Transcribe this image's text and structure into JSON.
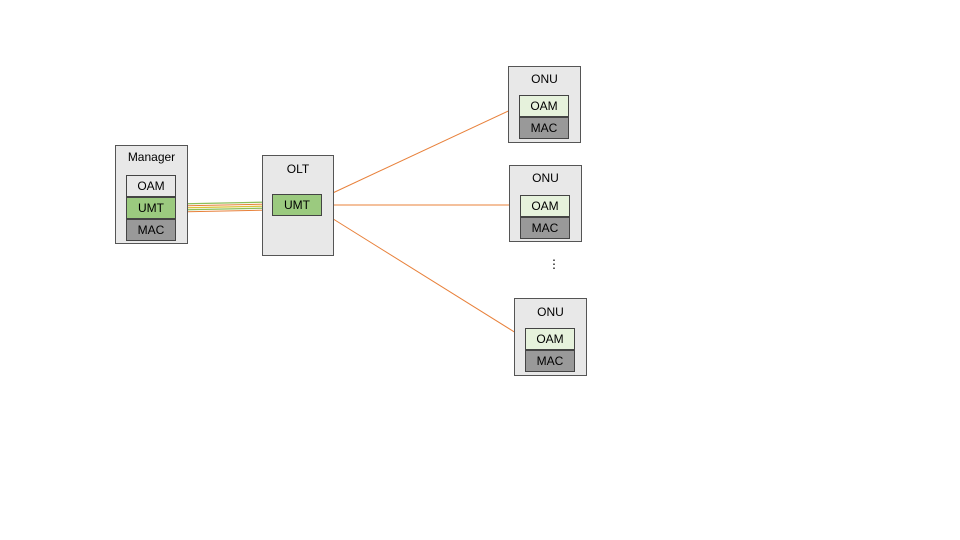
{
  "diagram": {
    "manager": {
      "title": "Manager",
      "layers": [
        "OAM",
        "UMT",
        "MAC"
      ]
    },
    "olt": {
      "title": "OLT",
      "layers": [
        "UMT"
      ]
    },
    "onus": [
      {
        "title": "ONU",
        "layers": [
          "OAM",
          "MAC"
        ]
      },
      {
        "title": "ONU",
        "layers": [
          "OAM",
          "MAC"
        ]
      },
      {
        "title": "ONU",
        "layers": [
          "OAM",
          "MAC"
        ]
      }
    ],
    "ellipsis": "⋮",
    "colors": {
      "node_fill": "#e8e8e8",
      "oam_fill": "#e6f2dc",
      "umt_fill": "#9bca7f",
      "mac_fill": "#999999",
      "link_orange": "#e8803a",
      "link_green": "#8cbf5a",
      "link_yellow": "#d9c33a"
    }
  }
}
